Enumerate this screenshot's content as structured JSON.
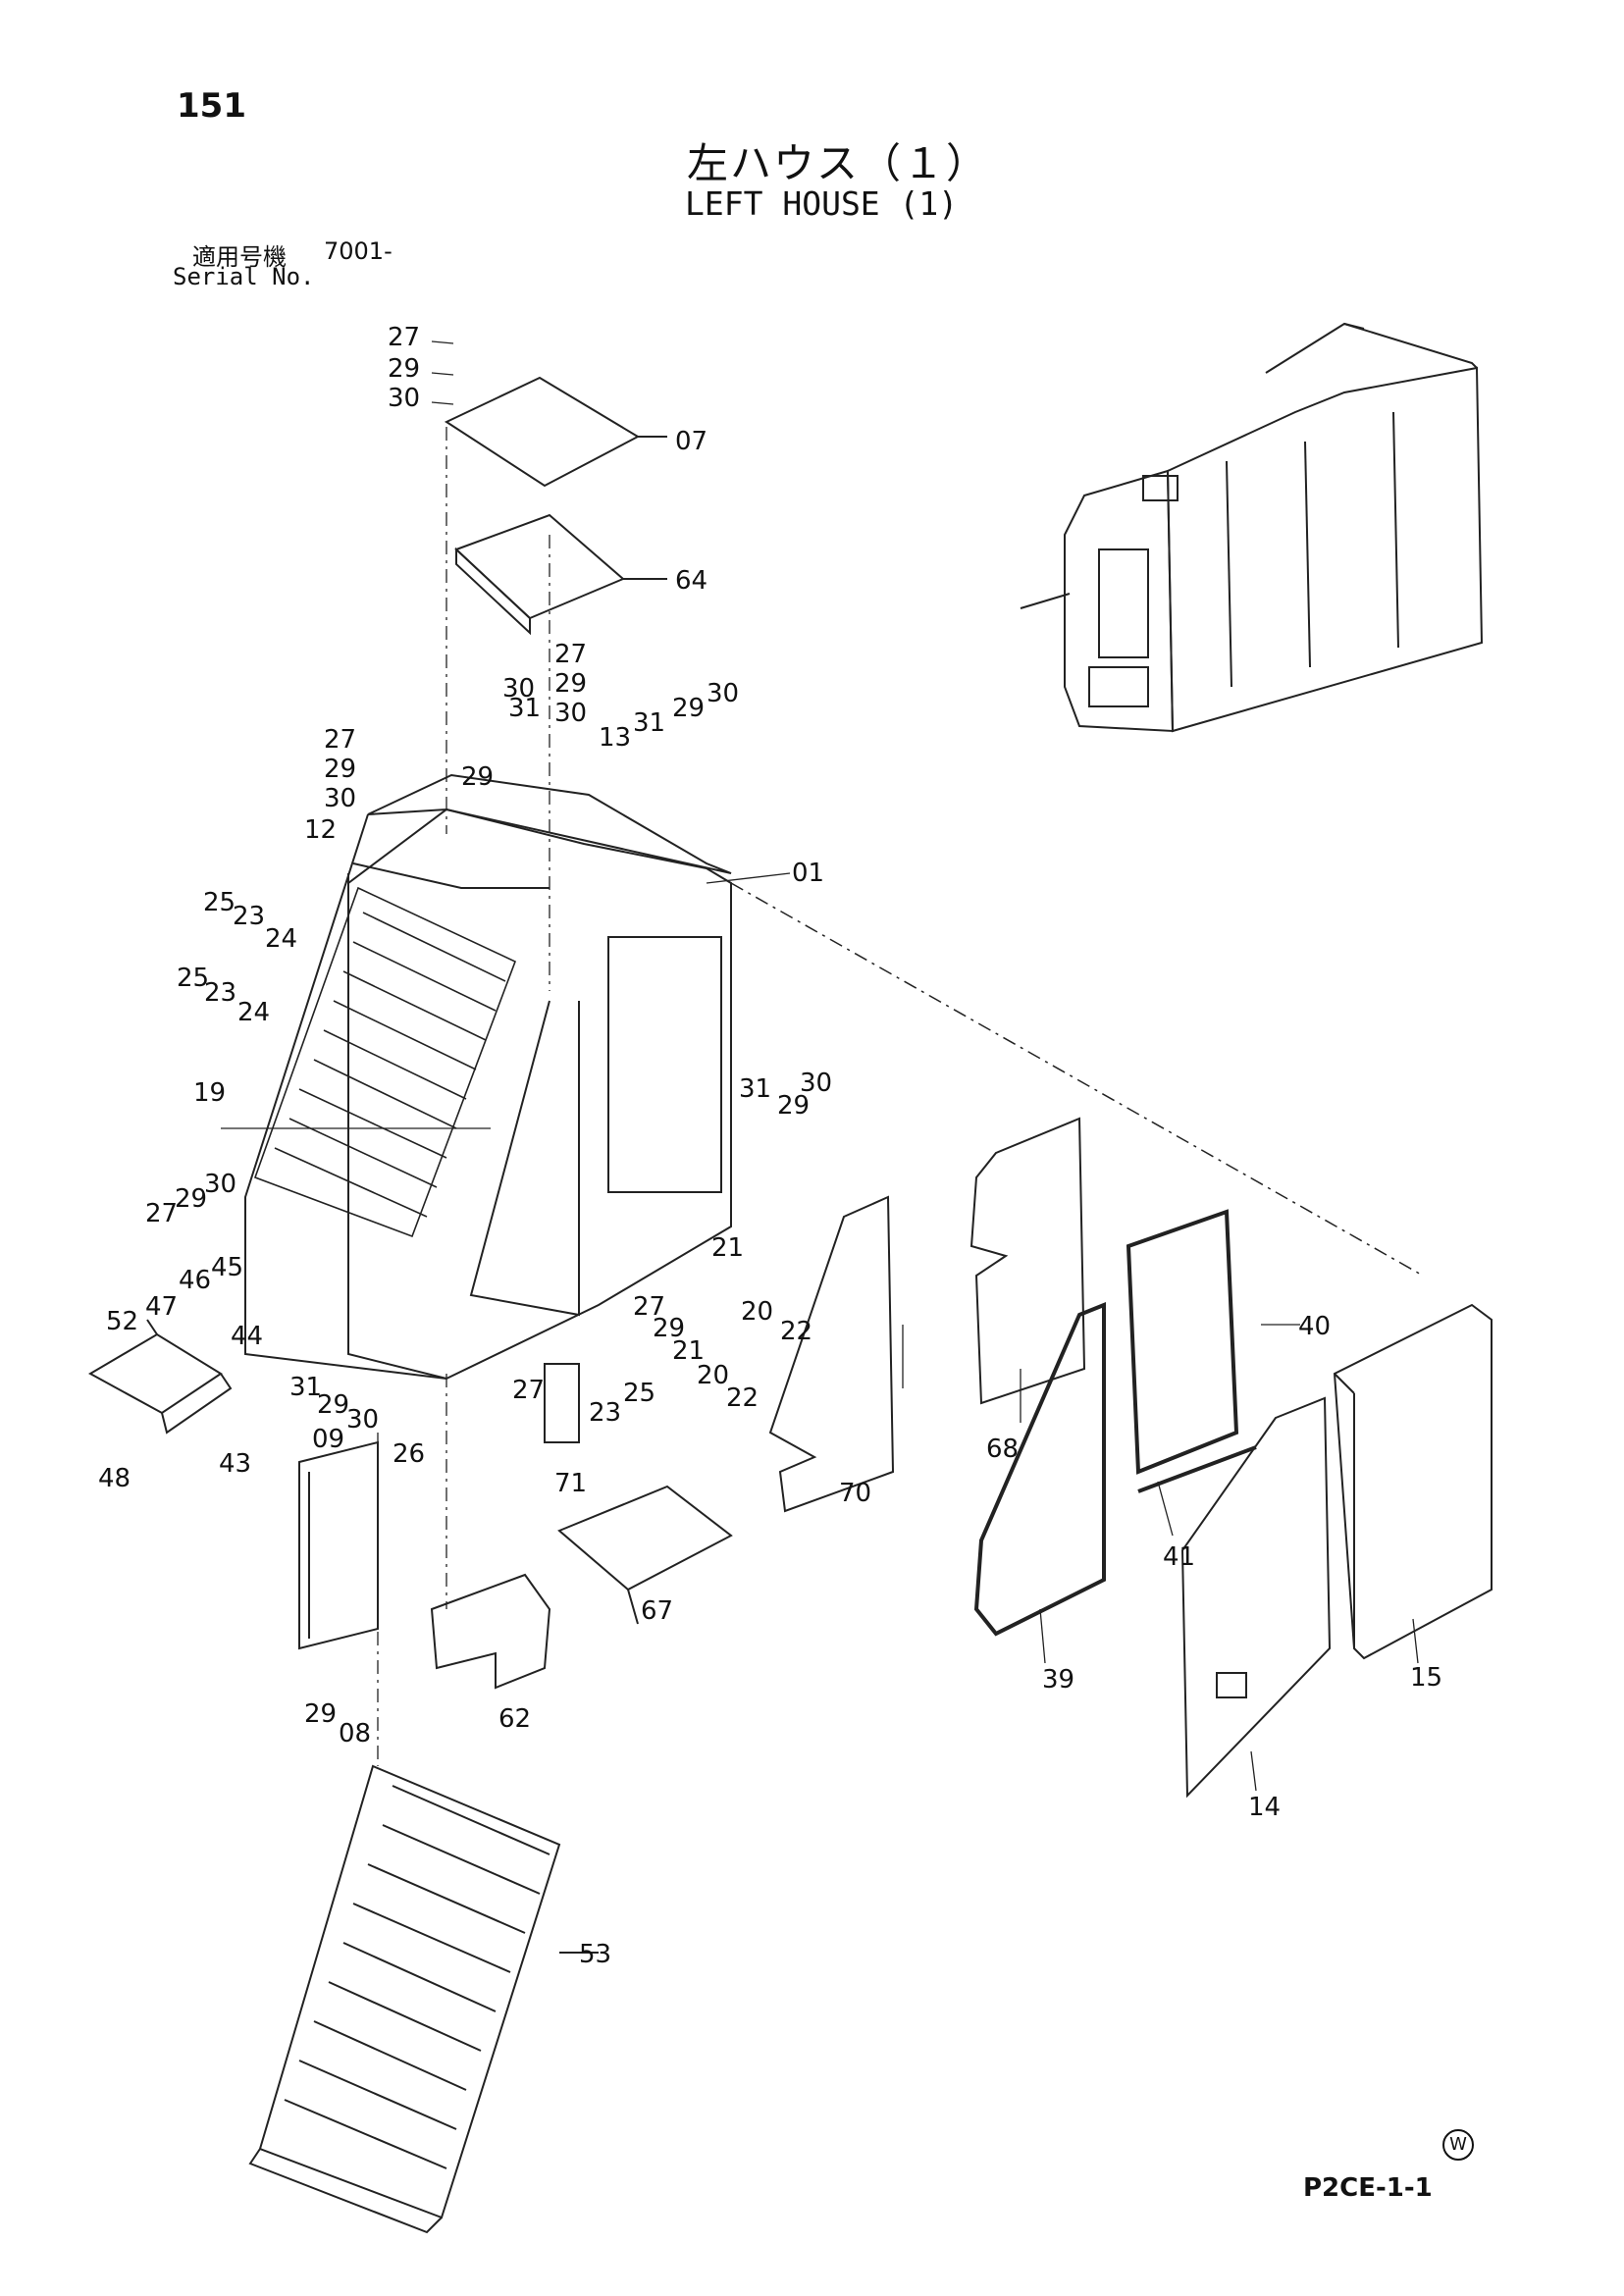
{
  "page_number": "151",
  "title_jp": "左ハウス（１）",
  "title_en": "LEFT HOUSE (1)",
  "serial": {
    "label_jp": "適用号機",
    "value": "7001-",
    "label_en": "Serial No."
  },
  "figure_code": "P2CE-1-1",
  "watermark_symbol": "W",
  "callouts": [
    "27",
    "29",
    "30",
    "07",
    "64",
    "27",
    "29",
    "30",
    "13",
    "31",
    "29",
    "30",
    "29",
    "30",
    "31",
    "27",
    "29",
    "30",
    "12",
    "01",
    "25",
    "23",
    "24",
    "25",
    "23",
    "24",
    "19",
    "29",
    "30",
    "31",
    "27",
    "29",
    "30",
    "21",
    "20",
    "22",
    "27",
    "29",
    "21",
    "20",
    "22",
    "46",
    "45",
    "47",
    "44",
    "52",
    "31",
    "29",
    "30",
    "26",
    "23",
    "25",
    "27",
    "71",
    "48",
    "43",
    "09",
    "62",
    "67",
    "70",
    "68",
    "40",
    "41",
    "39",
    "15",
    "14",
    "29",
    "08",
    "53"
  ]
}
